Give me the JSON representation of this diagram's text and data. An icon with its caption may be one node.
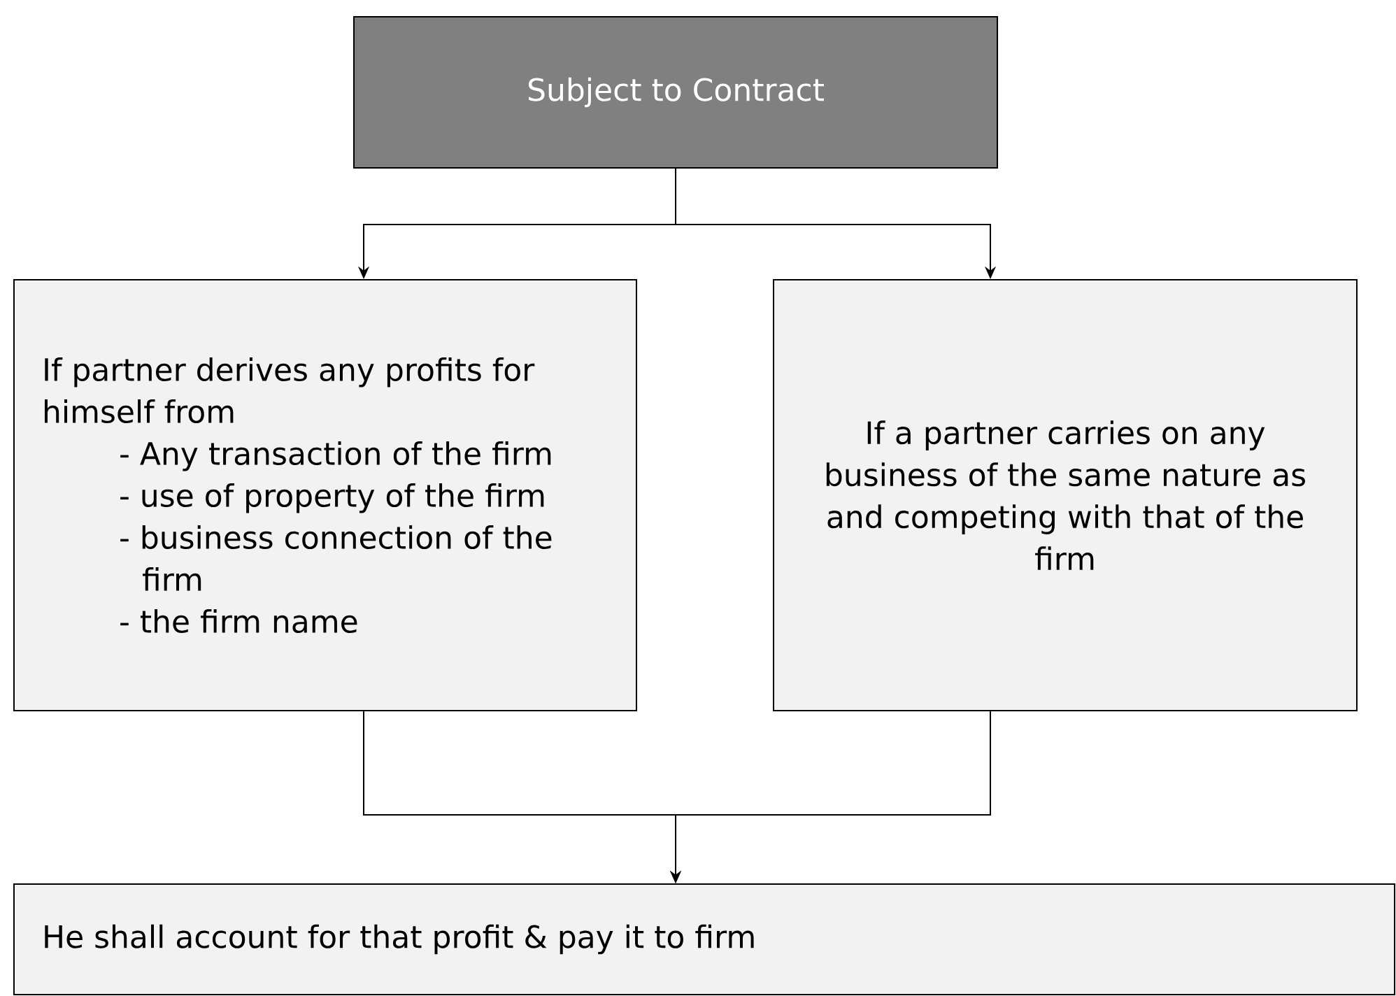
{
  "diagram": {
    "nodes": [
      {
        "text": [
          "Subject to Contract"
        ]
      },
      {
        "text": [
          "If partner derives any profits for himself from",
          "- Any transaction of the firm",
          "- use of property of the firm",
          "- business connection of the firm",
          "- the firm name"
        ]
      },
      {
        "text": [
          "If a partner carries on any business of the same nature as and competing with that of the firm"
        ]
      },
      {
        "text": [
          "He shall account for that profit & pay it to firm"
        ]
      }
    ],
    "edges": [
      {
        "from": 0,
        "to": 1,
        "arrow": "to"
      },
      {
        "from": 0,
        "to": 2,
        "arrow": "to"
      },
      {
        "from": 1,
        "to": 3,
        "arrow": "to"
      },
      {
        "from": 2,
        "to": 3,
        "arrow": "to"
      }
    ]
  }
}
